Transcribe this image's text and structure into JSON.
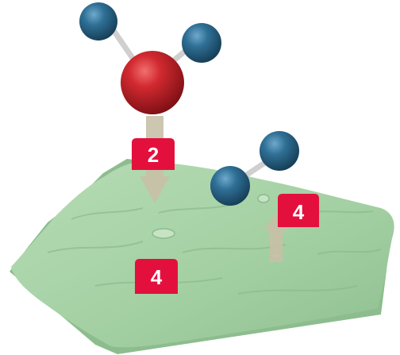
{
  "colors": {
    "surface": "#a6d2a6",
    "surface_shadow": "#86b386",
    "oxygen": "#c8232c",
    "hydrogen": "#2f6f95",
    "bond": "#c9c9c9",
    "arrow": "#c8c0a8",
    "badge": "#e3103d"
  },
  "badges": {
    "water_adsorption": "2",
    "hydrogen_desorption": "4",
    "surface_site": "4"
  }
}
